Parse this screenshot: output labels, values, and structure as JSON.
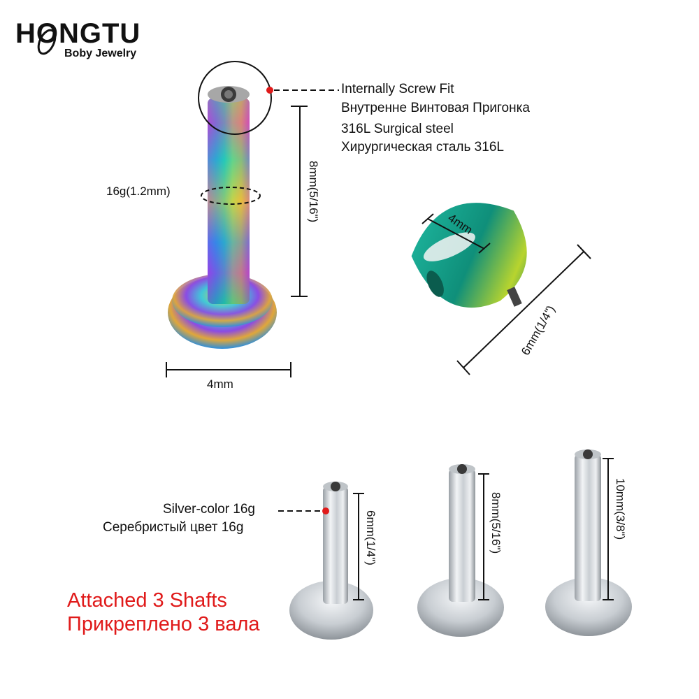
{
  "brand": {
    "name": "HONGTU",
    "tagline": "Boby Jewelry"
  },
  "labels": {
    "internal_screw_en": "Internally Screw Fit",
    "internal_screw_ru": "Внутренне Винтовая Пригонка",
    "steel_en": "316L Surgical steel",
    "steel_ru": "Хирургическая сталь 316L",
    "gauge": "16g(1.2mm)",
    "silver_en": "Silver-color 16g",
    "silver_ru": "Серебристый цвет 16g",
    "attached_en": "Attached 3 Shafts",
    "attached_ru": "Прикреплено 3 вала"
  },
  "dimensions": {
    "shaft_length": "8mm(5/16\")",
    "base_width": "4mm",
    "top_diameter": "4mm",
    "top_size": "6mm(1/4\")",
    "shafts": [
      "6mm(1/4\")",
      "8mm(5/16\")",
      "10mm(3/8\")"
    ]
  },
  "colors": {
    "accent_red": "#e01a1a",
    "top_green": "#13a58a"
  }
}
